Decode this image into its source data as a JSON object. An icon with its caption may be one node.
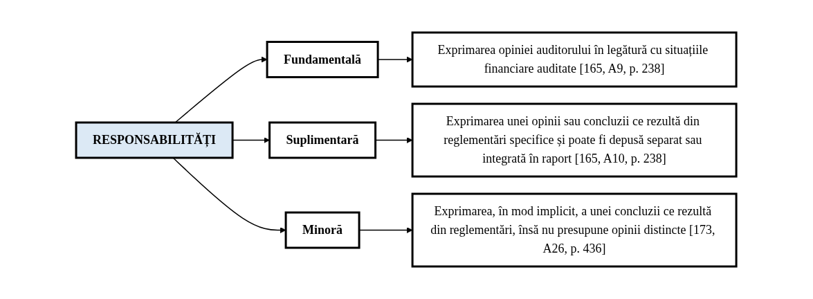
{
  "diagram": {
    "nodes": [
      {
        "text": [
          "RESPONSABILITĂȚI"
        ]
      },
      {
        "text": [
          "Fundamentală"
        ]
      },
      {
        "text": [
          "Exprimarea opiniei auditorului în legătură cu situațiile financiare auditate [165, A9, p. 238]"
        ]
      },
      {
        "text": [
          "Suplimentară"
        ]
      },
      {
        "text": [
          "Exprimarea unei opinii sau concluzii ce rezultă din reglementări specifice și poate fi depusă separat sau integrată în raport [165, A10, p. 238]"
        ]
      },
      {
        "text": [
          "Minoră"
        ]
      },
      {
        "text": [
          "Exprimarea, în mod implicit, a unei concluzii ce rezultă din reglementări, însă nu presupune opinii distincte [173, A26, p. 436]"
        ]
      }
    ],
    "edges": [
      {
        "from": 0,
        "to": 1,
        "arrow": "to"
      },
      {
        "from": 0,
        "to": 3,
        "arrow": "to"
      },
      {
        "from": 0,
        "to": 5,
        "arrow": "to"
      },
      {
        "from": 1,
        "to": 2,
        "arrow": "to"
      },
      {
        "from": 3,
        "to": 4,
        "arrow": "to"
      },
      {
        "from": 5,
        "to": 6,
        "arrow": "to"
      }
    ]
  }
}
